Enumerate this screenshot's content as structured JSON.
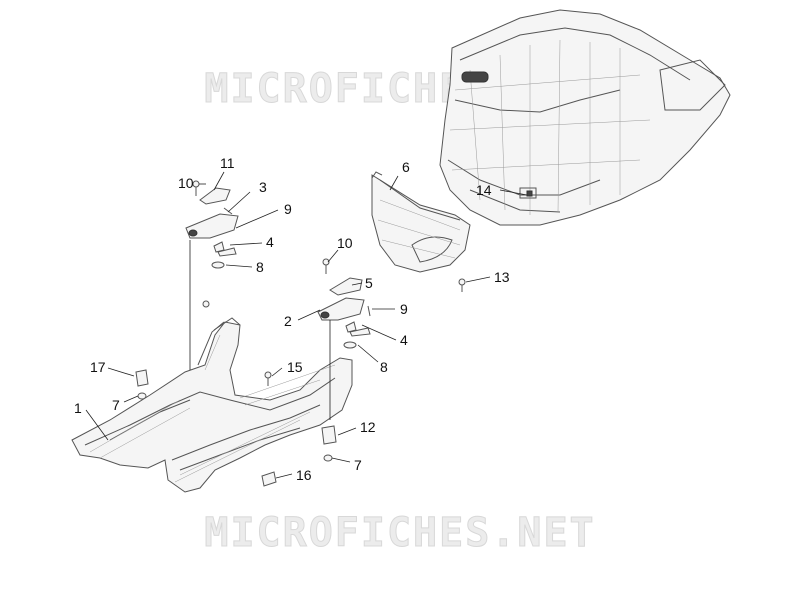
{
  "watermark": {
    "top": "MICROFICHES.NET",
    "bottom": "MICROFICHES.NET"
  },
  "callouts": [
    {
      "id": "c11a",
      "number": "11"
    },
    {
      "id": "c10a",
      "number": "10"
    },
    {
      "id": "c3",
      "number": "3"
    },
    {
      "id": "c9a",
      "number": "9"
    },
    {
      "id": "c4a",
      "number": "4"
    },
    {
      "id": "c8a",
      "number": "8"
    },
    {
      "id": "c6",
      "number": "6"
    },
    {
      "id": "c14",
      "number": "14"
    },
    {
      "id": "c10b",
      "number": "10"
    },
    {
      "id": "c5",
      "number": "5"
    },
    {
      "id": "c13",
      "number": "13"
    },
    {
      "id": "c9b",
      "number": "9"
    },
    {
      "id": "c2",
      "number": "2"
    },
    {
      "id": "c4b",
      "number": "4"
    },
    {
      "id": "c8b",
      "number": "8"
    },
    {
      "id": "c17",
      "number": "17"
    },
    {
      "id": "c15",
      "number": "15"
    },
    {
      "id": "c1",
      "number": "1"
    },
    {
      "id": "c7a",
      "number": "7"
    },
    {
      "id": "c12",
      "number": "12"
    },
    {
      "id": "c7b",
      "number": "7"
    },
    {
      "id": "c16",
      "number": "16"
    }
  ]
}
